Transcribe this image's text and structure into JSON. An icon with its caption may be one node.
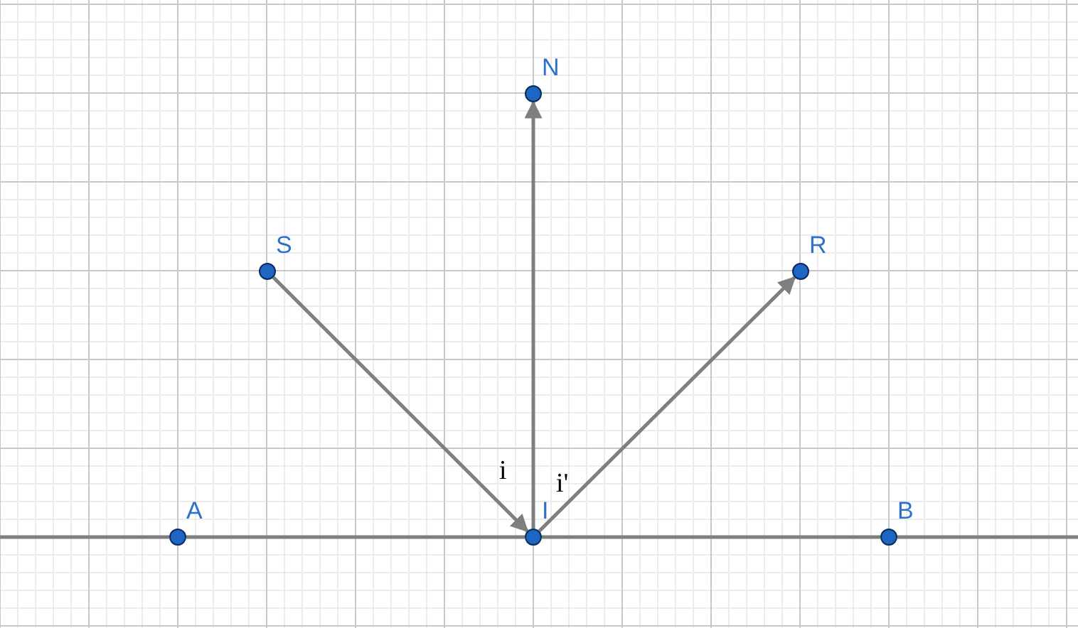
{
  "diagram": {
    "nodes": [
      {
        "text": [],
        "shape": "circle",
        "beside": [
          "N"
        ]
      },
      {
        "text": [],
        "shape": "circle",
        "beside": [
          "S"
        ]
      },
      {
        "text": [],
        "shape": "circle",
        "beside": [
          "R"
        ]
      },
      {
        "text": [],
        "shape": "circle",
        "beside": [
          "A"
        ]
      },
      {
        "text": [],
        "shape": "circle",
        "beside": [
          "I"
        ]
      },
      {
        "text": [],
        "shape": "circle",
        "beside": [
          "B"
        ]
      }
    ],
    "edges": [
      {
        "from": 1,
        "to": 4,
        "arrow": "to"
      },
      {
        "from": 4,
        "to": 0,
        "arrow": "to"
      },
      {
        "from": 4,
        "to": 2,
        "arrow": "to"
      },
      {
        "from": 3,
        "to": 4,
        "arrow": "none"
      },
      {
        "from": 4,
        "to": 5,
        "arrow": "none"
      }
    ],
    "labels": [
      "i",
      "i'"
    ]
  }
}
